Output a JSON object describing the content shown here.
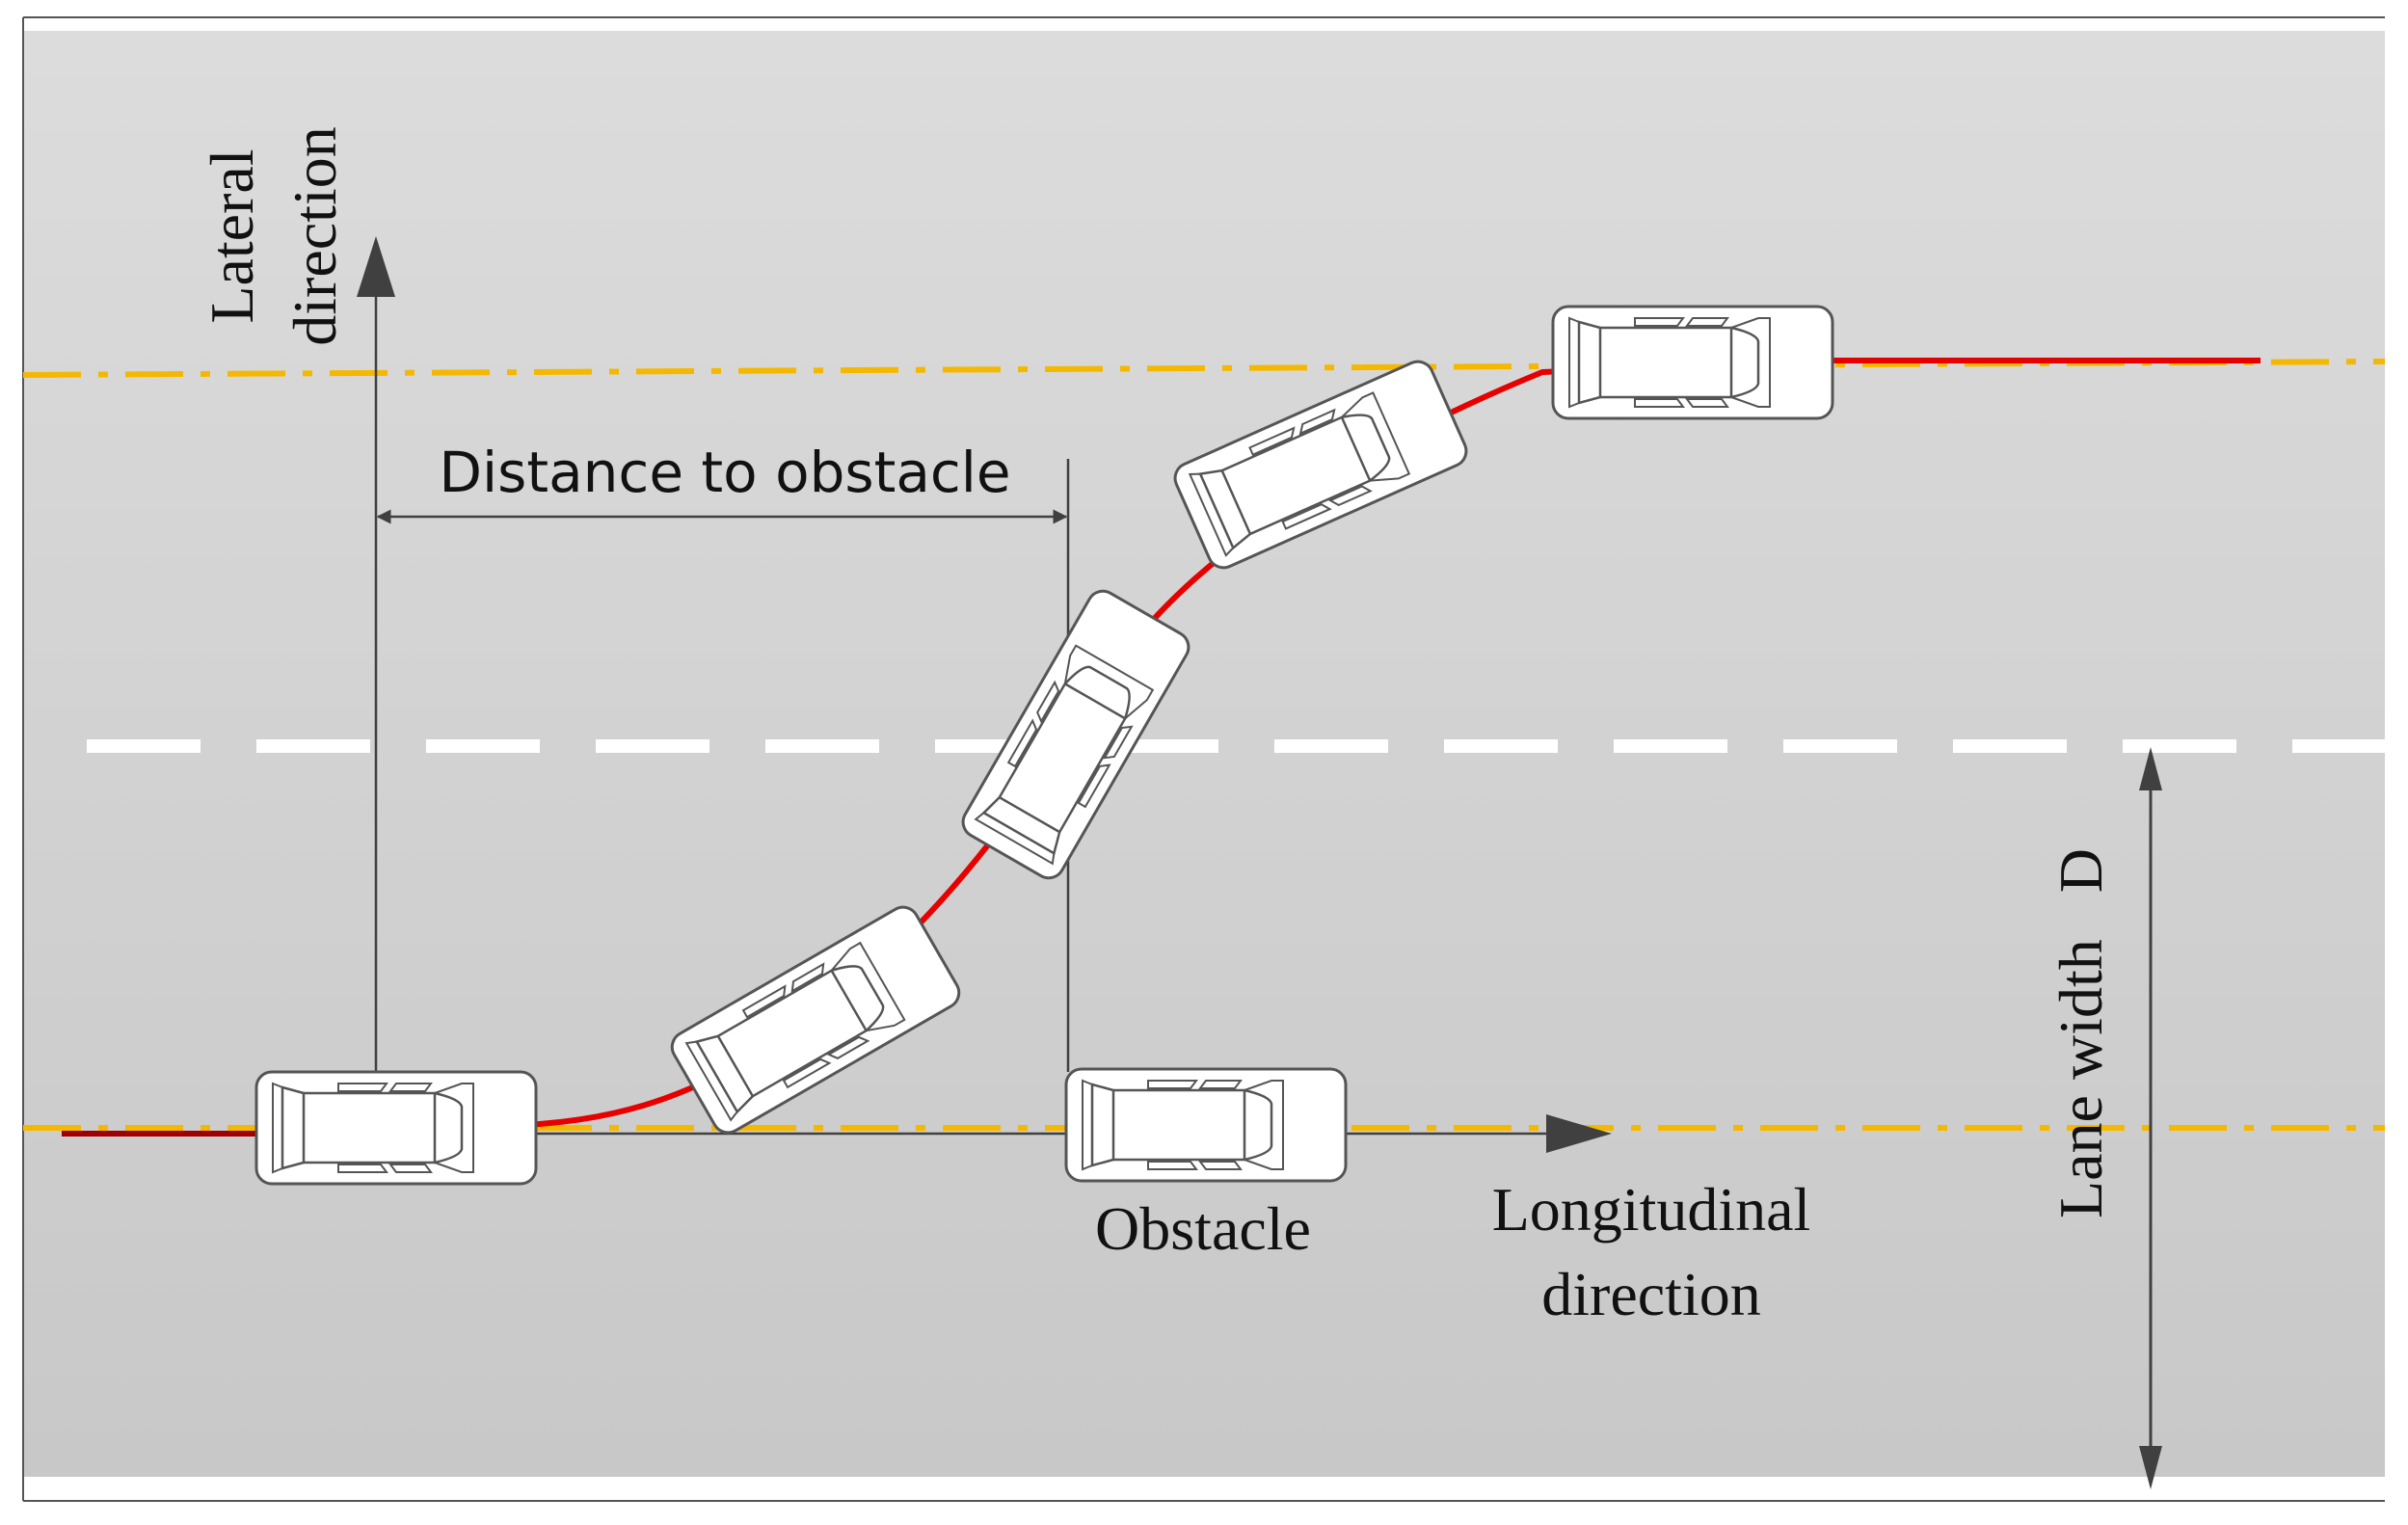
{
  "labels": {
    "lateral_line1": "Lateral",
    "lateral_line2": "direction",
    "distance": "Distance to obstacle",
    "obstacle": "Obstacle",
    "longitudinal_line1": "Longitudinal",
    "longitudinal_line2": "direction",
    "lane_width": "Lane width   D"
  },
  "colors": {
    "road": "#d6d6d6",
    "lane_center_line": "#f5b800",
    "trajectory": "#e60000",
    "lane_divider": "#ffffff",
    "arrow": "#404040",
    "car_body": "#ffffff",
    "car_outline": "#555555"
  }
}
